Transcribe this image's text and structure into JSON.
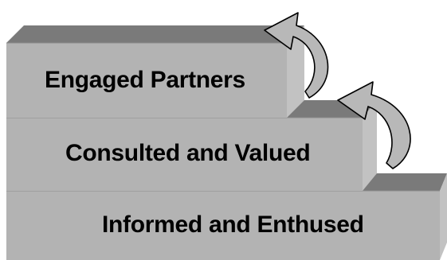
{
  "steps": [
    {
      "label": "Engaged Partners"
    },
    {
      "label": "Consulted and Valued"
    },
    {
      "label": "Informed and Enthused"
    }
  ],
  "colors": {
    "front_face": "#b3b3b3",
    "top_face": "#7a7a7a",
    "side_face": "#c2c2c2",
    "edge": "#8c8c8c",
    "arrow_fill": "#b8b8b8",
    "arrow_stroke": "#000000",
    "text": "#000000"
  },
  "arrows": [
    {
      "from_step": "Consulted and Valued",
      "to_step": "Engaged Partners",
      "icon": "curved-up-arrow-icon"
    },
    {
      "from_step": "Informed and Enthused",
      "to_step": "Consulted and Valued",
      "icon": "curved-up-arrow-icon"
    }
  ]
}
